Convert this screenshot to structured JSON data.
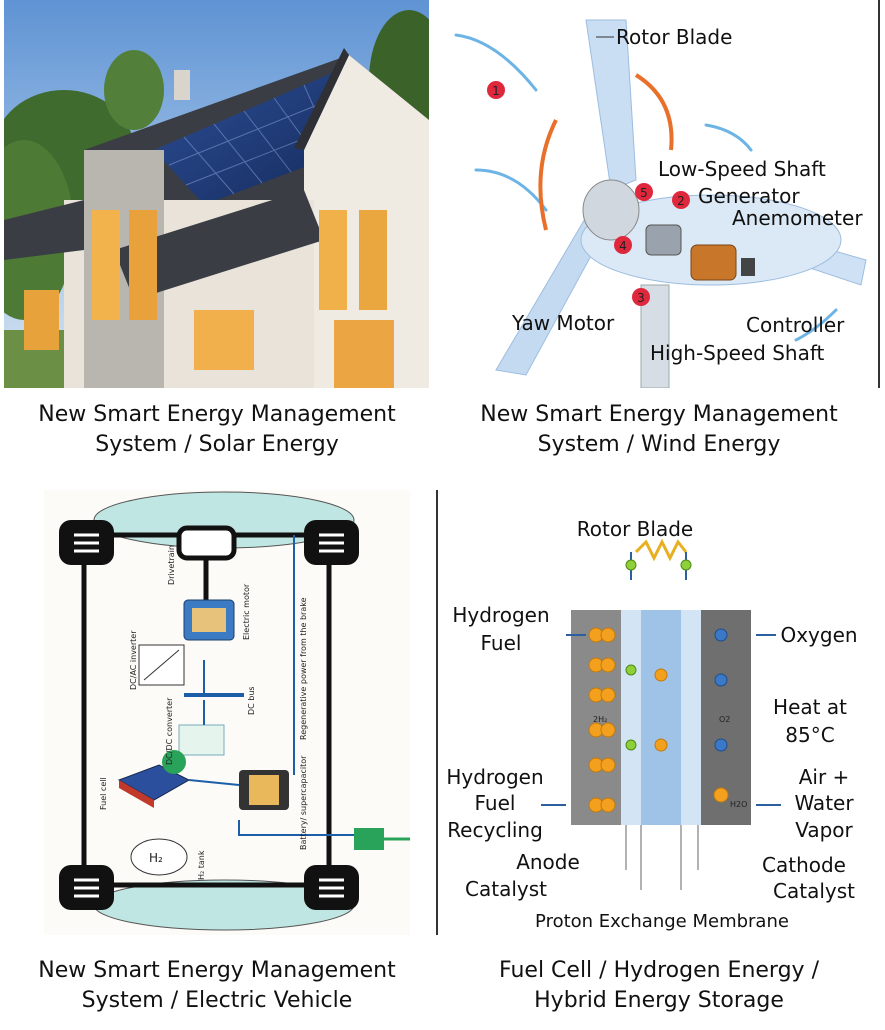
{
  "panels": [
    {
      "caption_line1": "New Smart Energy Management",
      "caption_line2": "System / Solar Energy"
    },
    {
      "caption_line1": "New Smart Energy Management",
      "caption_line2": "System / Wind Energy",
      "labels": {
        "rotor_blade": "Rotor Blade",
        "low_speed_shaft": "Low-Speed Shaft",
        "generator": "Generator",
        "anemometer": "Anemometer",
        "yaw_motor": "Yaw Motor",
        "controller": "Controller",
        "high_speed_shaft": "High-Speed Shaft"
      },
      "markers": [
        "1",
        "2",
        "3",
        "4",
        "5"
      ]
    },
    {
      "caption_line1": "New Smart Energy Management",
      "caption_line2": "System / Electric Vehicle",
      "labels": {
        "drivetrain": "Drivetrain",
        "electric_motor": "Electric motor",
        "dcac_inverter": "DC/AC inverter",
        "dc_bus": "DC bus",
        "dcdc_converter": "DC/DC converter",
        "fuel_cell": "Fuel cell",
        "battery": "Battery/ supercapacitor",
        "regen": "Regenerative power from the brake",
        "h2_tank": "H₂ tank",
        "h2": "H₂"
      }
    },
    {
      "caption_line1": "Fuel Cell / Hydrogen Energy /",
      "caption_line2": "Hybrid Energy Storage",
      "labels": {
        "rotor_blade": "Rotor Blade",
        "hydrogen_fuel_1": "Hydrogen",
        "hydrogen_fuel_2": "Fuel",
        "oxygen": "Oxygen",
        "heat_1": "Heat at",
        "heat_2": "85°C",
        "recycling_1": "Hydrogen",
        "recycling_2": "Fuel",
        "recycling_3": "Recycling",
        "air_1": "Air +",
        "air_2": "Water",
        "air_3": "Vapor",
        "anode_1": "Anode",
        "anode_2": "Catalyst",
        "cathode_1": "Cathode",
        "cathode_2": "Catalyst",
        "membrane": "Proton Exchange Membrane",
        "h2_inner": "2H₂",
        "o2_inner": "O2",
        "h2o_inner": "H2O"
      }
    }
  ],
  "colors": {
    "sky_top": "#6f9fd8",
    "solar_panel": "#1e3a7a",
    "house_wall": "#efeae2",
    "roof": "#3a3d44",
    "wind_blade": "#c9def3",
    "marker_red": "#e0283c",
    "arrow_orange": "#e8702a",
    "ev_teal": "#bfe6e2",
    "fc_blue": "#9fc3e6",
    "fc_gray": "#8a8a8a",
    "fc_orange": "#f2a01e"
  }
}
